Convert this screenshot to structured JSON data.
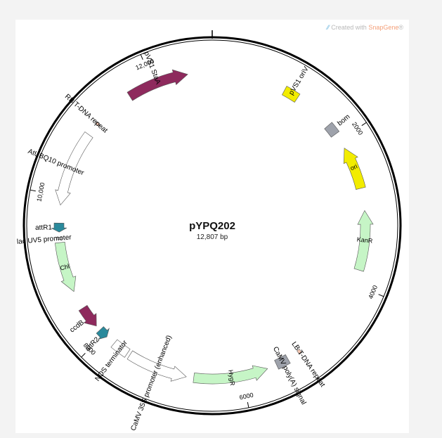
{
  "watermark": {
    "prefix": "Created with ",
    "brand": "SnapGene",
    "suffix": "®"
  },
  "plasmid": {
    "name": "pYPQ202",
    "length_label": "12,807 bp",
    "length": 12807
  },
  "ticks": [
    {
      "position": 2000,
      "label": "2000"
    },
    {
      "position": 4000,
      "label": "4000"
    },
    {
      "position": 6000,
      "label": "6000"
    },
    {
      "position": 8000,
      "label": "8000"
    },
    {
      "position": 10000,
      "label": "10,000"
    },
    {
      "position": 12000,
      "label": "12,000"
    }
  ],
  "features": [
    {
      "id": "pvs1-stab",
      "label": "pVS1 StaA",
      "start": 11650,
      "end": 12480,
      "direction": 1,
      "kind": "arrow",
      "color": "#8e2a5d"
    },
    {
      "id": "pvs1-oriv",
      "label": "pVS1 oriV",
      "start": 1000,
      "end": 1200,
      "direction": 0,
      "kind": "box",
      "color": "#f2ec00"
    },
    {
      "id": "bom",
      "label": "bom",
      "start": 1750,
      "end": 1900,
      "direction": 0,
      "kind": "box",
      "color": "#9ea2ab"
    },
    {
      "id": "ori",
      "label": "ori",
      "start": 2120,
      "end": 2700,
      "direction": -1,
      "kind": "arrow",
      "color": "#f2ec00"
    },
    {
      "id": "kanr",
      "label": "KanR",
      "start": 3000,
      "end": 3800,
      "direction": -1,
      "kind": "arrow",
      "color": "#c6f5c6"
    },
    {
      "id": "lb-tdna",
      "label": "LB T-DNA repeat",
      "start": 5150,
      "end": 5190,
      "direction": 0,
      "kind": "thin",
      "color": "#f7c9b4"
    },
    {
      "id": "camv-polya",
      "label": "CaMV poly(A) signal",
      "start": 5350,
      "end": 5520,
      "direction": 0,
      "kind": "box",
      "color": "#9ea2ab"
    },
    {
      "id": "hygr",
      "label": "HygR",
      "start": 5650,
      "end": 6650,
      "direction": -1,
      "kind": "arrow",
      "color": "#c6f5c6"
    },
    {
      "id": "nos-term",
      "label": "NOS terminator",
      "start": 7600,
      "end": 7820,
      "direction": 0,
      "kind": "box",
      "color": "#ffffff"
    },
    {
      "id": "camv-35s",
      "label": "CaMV 35S promoter (enhanced)",
      "start": 6750,
      "end": 7560,
      "direction": -1,
      "kind": "arrow",
      "color": "#ffffff"
    },
    {
      "id": "attr2",
      "label": "attR2",
      "start": 7950,
      "end": 8080,
      "direction": -1,
      "kind": "arrow",
      "color": "#2a8a9c"
    },
    {
      "id": "ccdb",
      "label": "ccdB",
      "start": 8150,
      "end": 8450,
      "direction": -1,
      "kind": "arrow",
      "color": "#8e2a5d"
    },
    {
      "id": "chl",
      "label": "Chl",
      "start": 8700,
      "end": 9380,
      "direction": -1,
      "kind": "arrow",
      "color": "#c6f5c6"
    },
    {
      "id": "lac-uv5",
      "label": "lac UV5 promoter",
      "start": 9420,
      "end": 9450,
      "direction": 0,
      "kind": "thin",
      "color": "#ffffff"
    },
    {
      "id": "attr1",
      "label": "attR1",
      "start": 9520,
      "end": 9640,
      "direction": -1,
      "kind": "arrow",
      "color": "#2a8a9c"
    },
    {
      "id": "atubq10",
      "label": "AtUBQ10 promoter",
      "start": 9880,
      "end": 10900,
      "direction": -1,
      "kind": "arrow",
      "color": "#ffffff"
    },
    {
      "id": "rb-tdna",
      "label": "RB T-DNA repeat",
      "start": 11070,
      "end": 11100,
      "direction": 0,
      "kind": "thin",
      "color": "#f7c9b4"
    }
  ]
}
